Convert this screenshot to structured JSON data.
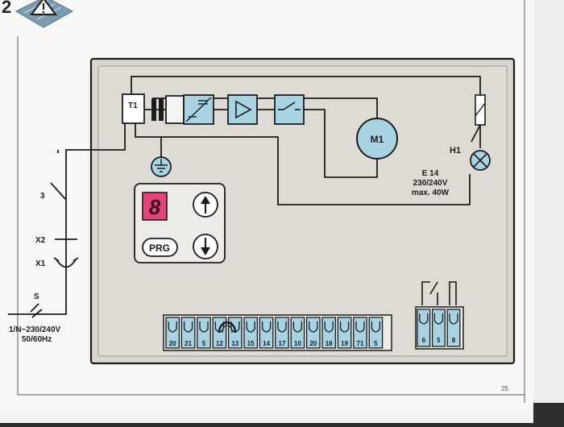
{
  "page_number": "25",
  "top_fragment": "2",
  "power_label": "1/N~230/240V",
  "power_freq": "50/60Hz",
  "switch_labels": {
    "s": "S",
    "x1": "X1",
    "x2": "X2",
    "three": "3"
  },
  "transformer": "T1",
  "motor": "M1",
  "lamp": {
    "name": "H1",
    "socket": "E 14",
    "voltage": "230/240V",
    "power": "max. 40W"
  },
  "display": {
    "digit": "8",
    "prg_label": "PRG"
  },
  "terminals_main": [
    "20",
    "21",
    "5",
    "12",
    "13",
    "15",
    "14",
    "17",
    "10",
    "20",
    "18",
    "19",
    "71",
    "5"
  ],
  "terminals_right": [
    "6",
    "5",
    "8"
  ],
  "colors": {
    "page": "#f7f7f5",
    "panel": "#dad7d1",
    "block": "#a8d3e2",
    "display_red": "#e6457a",
    "wire": "#1c1c1c"
  }
}
